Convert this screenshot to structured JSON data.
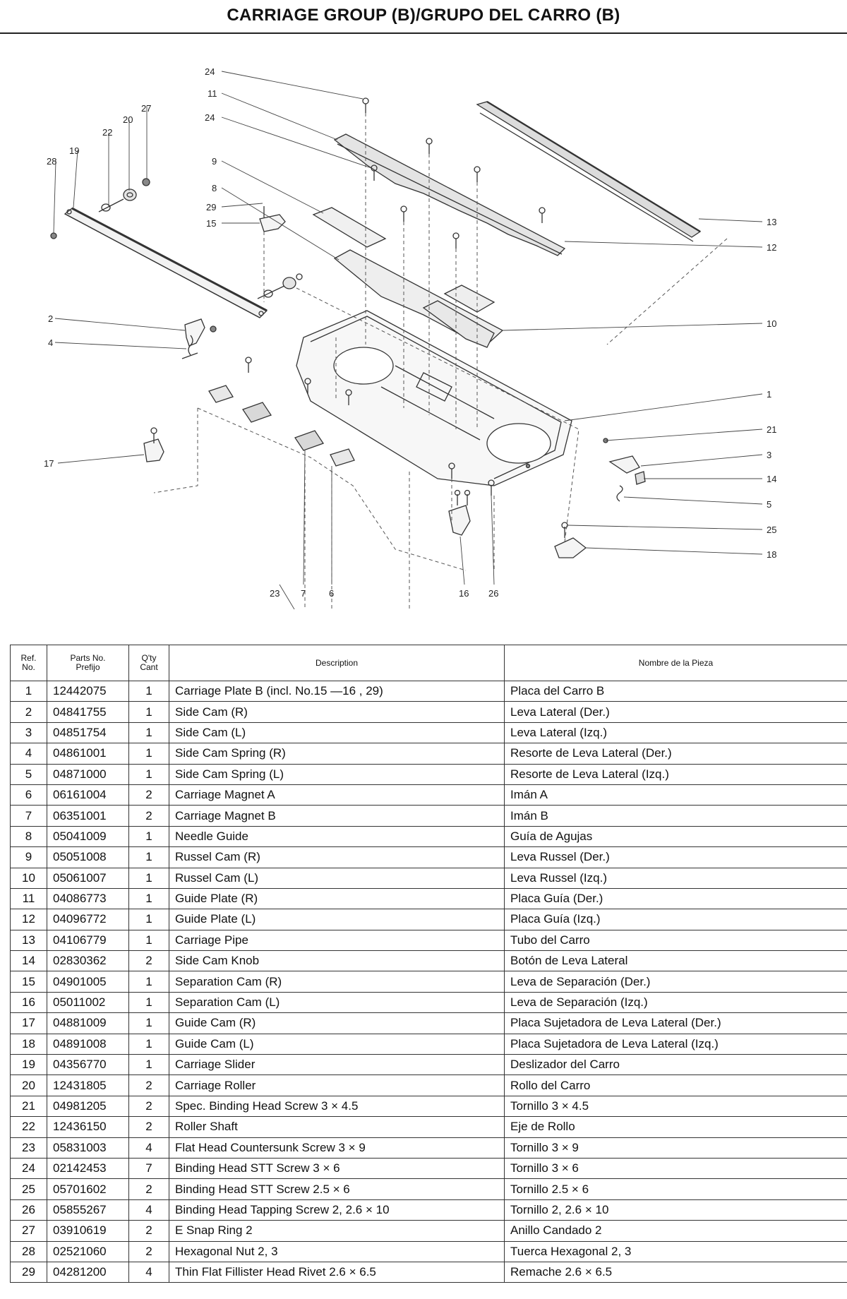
{
  "title": "CARRIAGE GROUP (B)/GRUPO DEL CARRO (B)",
  "diagram": {
    "callouts": [
      "24",
      "11",
      "24",
      "9",
      "8",
      "29",
      "15",
      "27",
      "20",
      "22",
      "19",
      "28",
      "2",
      "4",
      "13",
      "12",
      "10",
      "1",
      "21",
      "3",
      "14",
      "5",
      "25",
      "18",
      "17",
      "23",
      "7",
      "6",
      "16",
      "26"
    ]
  },
  "table": {
    "headers": {
      "ref": [
        "Ref.",
        "No."
      ],
      "parts": [
        "Parts No.",
        "Prefijo"
      ],
      "qty": [
        "Q'ty",
        "Cant"
      ],
      "description": "Description",
      "nombre": "Nombre de la Pieza"
    },
    "rows": [
      {
        "ref": "1",
        "parts_no": "12442075",
        "qty": "1",
        "description": "Carriage Plate B (incl. No.15 —16 , 29)",
        "nombre": "Placa del Carro B"
      },
      {
        "ref": "2",
        "parts_no": "04841755",
        "qty": "1",
        "description": "Side Cam (R)",
        "nombre": "Leva Lateral (Der.)"
      },
      {
        "ref": "3",
        "parts_no": "04851754",
        "qty": "1",
        "description": "Side Cam (L)",
        "nombre": "Leva Lateral (Izq.)"
      },
      {
        "ref": "4",
        "parts_no": "04861001",
        "qty": "1",
        "description": "Side Cam Spring (R)",
        "nombre": "Resorte de Leva Lateral (Der.)"
      },
      {
        "ref": "5",
        "parts_no": "04871000",
        "qty": "1",
        "description": "Side Cam Spring (L)",
        "nombre": "Resorte de Leva Lateral (Izq.)"
      },
      {
        "ref": "6",
        "parts_no": "06161004",
        "qty": "2",
        "description": "Carriage Magnet A",
        "nombre": "Imán A"
      },
      {
        "ref": "7",
        "parts_no": "06351001",
        "qty": "2",
        "description": "Carriage Magnet B",
        "nombre": "Imán B"
      },
      {
        "ref": "8",
        "parts_no": "05041009",
        "qty": "1",
        "description": "Needle Guide",
        "nombre": "Guía de Agujas"
      },
      {
        "ref": "9",
        "parts_no": "05051008",
        "qty": "1",
        "description": "Russel Cam (R)",
        "nombre": "Leva Russel (Der.)"
      },
      {
        "ref": "10",
        "parts_no": "05061007",
        "qty": "1",
        "description": "Russel Cam (L)",
        "nombre": "Leva Russel (Izq.)"
      },
      {
        "ref": "11",
        "parts_no": "04086773",
        "qty": "1",
        "description": "Guide Plate (R)",
        "nombre": "Placa Guía (Der.)"
      },
      {
        "ref": "12",
        "parts_no": "04096772",
        "qty": "1",
        "description": "Guide Plate (L)",
        "nombre": "Placa Guía (Izq.)"
      },
      {
        "ref": "13",
        "parts_no": "04106779",
        "qty": "1",
        "description": "Carriage Pipe",
        "nombre": "Tubo del Carro"
      },
      {
        "ref": "14",
        "parts_no": "02830362",
        "qty": "2",
        "description": "Side Cam Knob",
        "nombre": "Botón de Leva Lateral"
      },
      {
        "ref": "15",
        "parts_no": "04901005",
        "qty": "1",
        "description": "Separation Cam (R)",
        "nombre": "Leva de Separación (Der.)"
      },
      {
        "ref": "16",
        "parts_no": "05011002",
        "qty": "1",
        "description": "Separation Cam (L)",
        "nombre": "Leva de Separación (Izq.)"
      },
      {
        "ref": "17",
        "parts_no": "04881009",
        "qty": "1",
        "description": "Guide Cam (R)",
        "nombre": "Placa Sujetadora de Leva Lateral (Der.)"
      },
      {
        "ref": "18",
        "parts_no": "04891008",
        "qty": "1",
        "description": "Guide Cam (L)",
        "nombre": "Placa Sujetadora de Leva Lateral (Izq.)"
      },
      {
        "ref": "19",
        "parts_no": "04356770",
        "qty": "1",
        "description": "Carriage Slider",
        "nombre": "Deslizador del Carro"
      },
      {
        "ref": "20",
        "parts_no": "12431805",
        "qty": "2",
        "description": "Carriage Roller",
        "nombre": "Rollo del Carro"
      },
      {
        "ref": "21",
        "parts_no": "04981205",
        "qty": "2",
        "description": "Spec. Binding Head Screw 3 × 4.5",
        "nombre": "Tornillo 3 × 4.5"
      },
      {
        "ref": "22",
        "parts_no": "12436150",
        "qty": "2",
        "description": "Roller Shaft",
        "nombre": "Eje de Rollo"
      },
      {
        "ref": "23",
        "parts_no": "05831003",
        "qty": "4",
        "description": "Flat Head Countersunk Screw 3 × 9",
        "nombre": "Tornillo 3 × 9"
      },
      {
        "ref": "24",
        "parts_no": "02142453",
        "qty": "7",
        "description": "Binding Head STT Screw 3 × 6",
        "nombre": "Tornillo 3 × 6"
      },
      {
        "ref": "25",
        "parts_no": "05701602",
        "qty": "2",
        "description": "Binding Head STT Screw 2.5 × 6",
        "nombre": "Tornillo 2.5 × 6"
      },
      {
        "ref": "26",
        "parts_no": "05855267",
        "qty": "4",
        "description": "Binding Head Tapping Screw 2, 2.6 × 10",
        "nombre": "Tornillo 2, 2.6 × 10"
      },
      {
        "ref": "27",
        "parts_no": "03910619",
        "qty": "2",
        "description": "E Snap Ring 2",
        "nombre": "Anillo Candado 2"
      },
      {
        "ref": "28",
        "parts_no": "02521060",
        "qty": "2",
        "description": "Hexagonal Nut 2, 3",
        "nombre": "Tuerca Hexagonal 2, 3"
      },
      {
        "ref": "29",
        "parts_no": "04281200",
        "qty": "4",
        "description": "Thin Flat Fillister Head Rivet 2.6 × 6.5",
        "nombre": "Remache 2.6 × 6.5"
      }
    ]
  }
}
